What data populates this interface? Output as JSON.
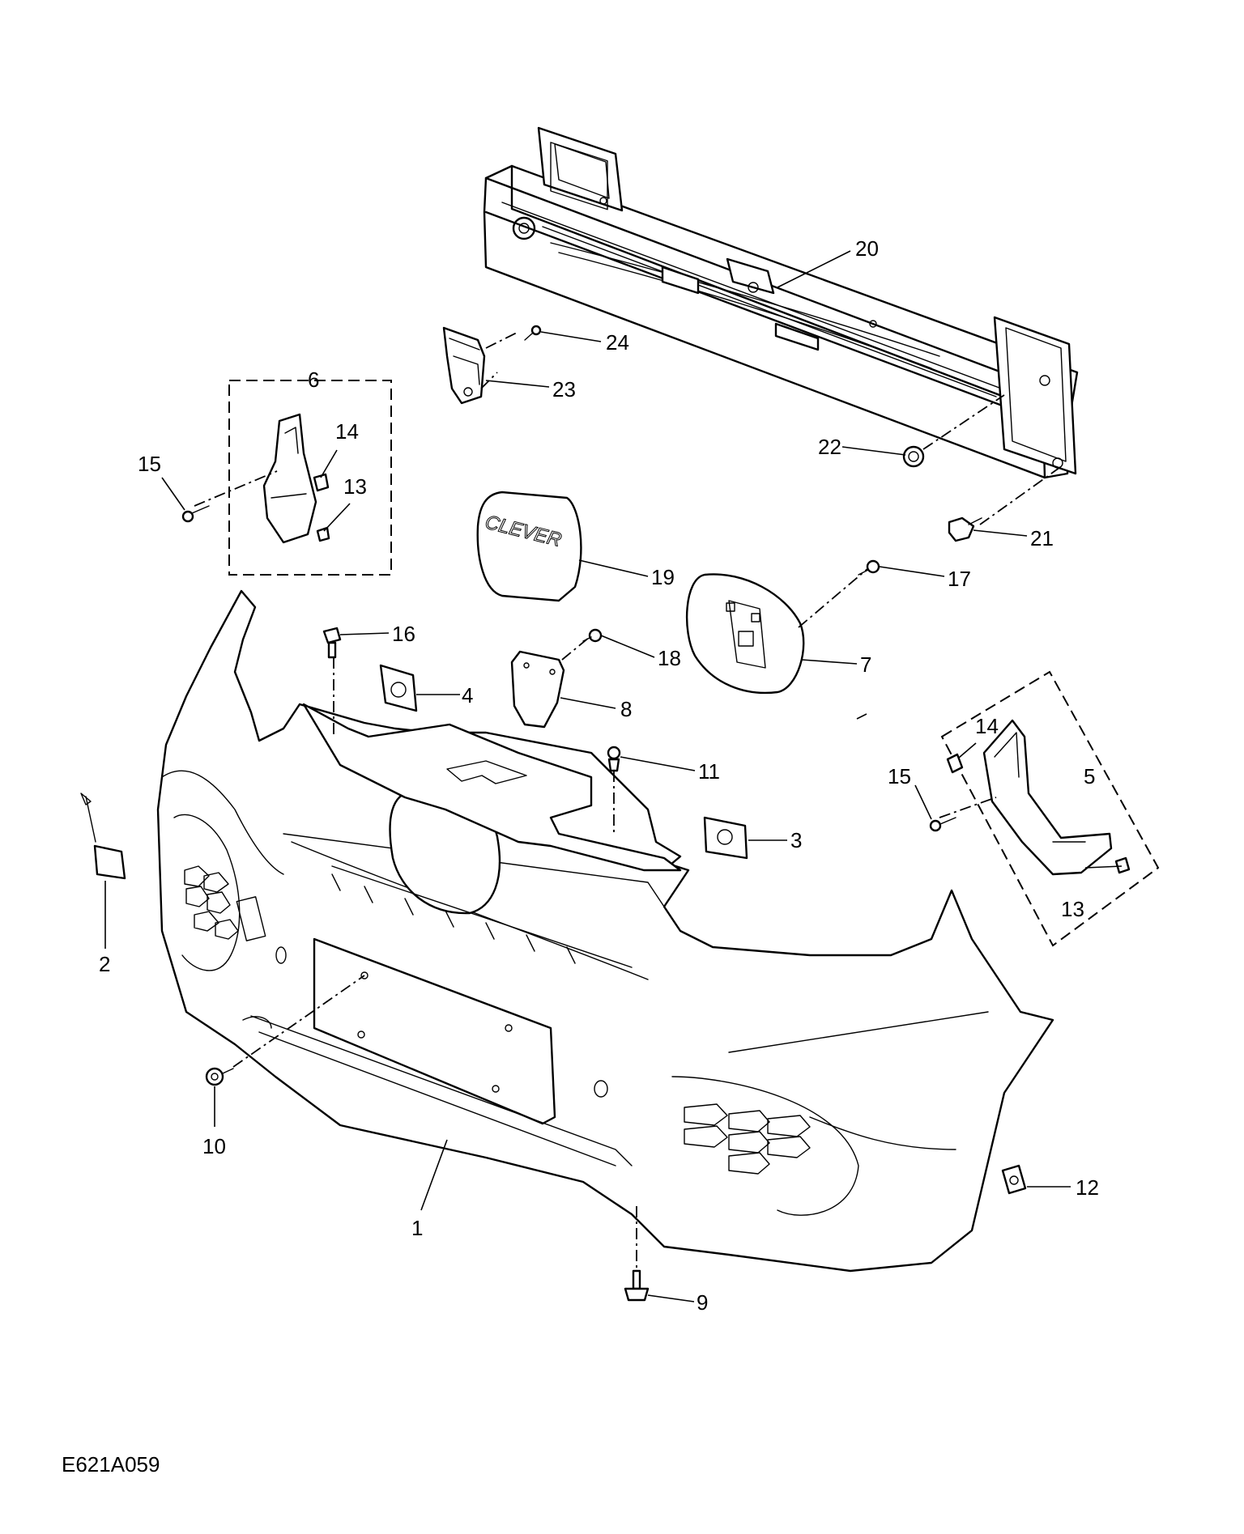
{
  "diagram": {
    "drawing_code": "E621A059",
    "badge_text": "CLEVER",
    "callouts": {
      "c1": "1",
      "c2": "2",
      "c3": "3",
      "c4": "4",
      "c5": "5",
      "c6": "6",
      "c7": "7",
      "c8": "8",
      "c9": "9",
      "c10": "10",
      "c11": "11",
      "c12": "12",
      "c13a": "13",
      "c13b": "13",
      "c14a": "14",
      "c14b": "14",
      "c15a": "15",
      "c15b": "15",
      "c16": "16",
      "c17": "17",
      "c18": "18",
      "c19": "19",
      "c20": "20",
      "c21": "21",
      "c22": "22",
      "c23": "23",
      "c24": "24"
    }
  }
}
